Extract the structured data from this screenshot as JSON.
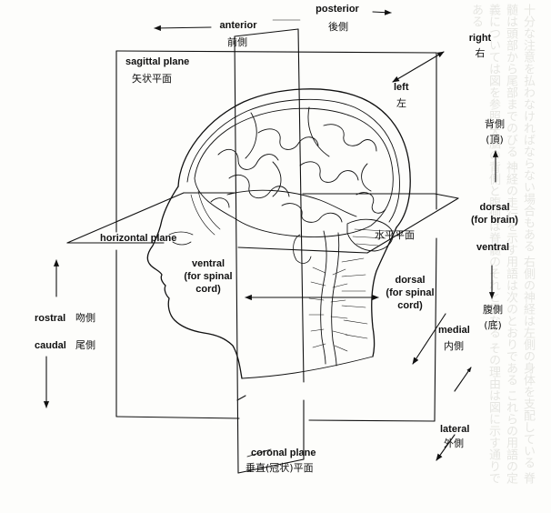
{
  "labels": {
    "anterior": "anterior",
    "anterior_jp": "前側",
    "posterior": "posterior",
    "posterior_jp": "後側",
    "right": "right",
    "right_jp": "右",
    "left": "left",
    "left_jp": "左",
    "sagittal_plane": "sagittal plane",
    "sagittal_plane_jp": "矢状平面",
    "horizontal_plane": "horizontal plane",
    "horizontal_plane_jp": "水平平面",
    "dorsal_top_jp": "背側",
    "dorsal_top_jp2": "(頂)",
    "dorsal_brain": "dorsal",
    "dorsal_brain_2": "(for brain)",
    "ventral_brain": "ventral",
    "ventral_jp": "腹側",
    "ventral_jp2": "(底)",
    "ventral_spinal_1": "ventral",
    "ventral_spinal_2": "(for spinal",
    "ventral_spinal_3": "cord)",
    "dorsal_spinal_1": "dorsal",
    "dorsal_spinal_2": "(for spinal",
    "dorsal_spinal_3": "cord)",
    "rostral": "rostral",
    "rostral_jp": "吻側",
    "caudal": "caudal",
    "caudal_jp": "尾側",
    "medial": "medial",
    "medial_jp": "内側",
    "lateral": "lateral",
    "lateral_jp": "外側",
    "coronal_plane": "coronal plane",
    "coronal_plane_jp": "垂直(冠状)平面"
  },
  "background_text": [
    "十分な注意を払わなければならない場合もある",
    "右側の神経は左側の身体を支配している",
    "脊髄は頭部から尾部までのびる",
    "神経の走行を示す用語は次のとおりである",
    "これらの用語の定義については図を参照",
    "大脳の背側と腹側は脊髄のそれと異なる",
    "その理由は図に示す通りである"
  ],
  "colors": {
    "ink": "#111111",
    "paper": "#fdfdfb",
    "bleed": "#e6e6e2"
  }
}
